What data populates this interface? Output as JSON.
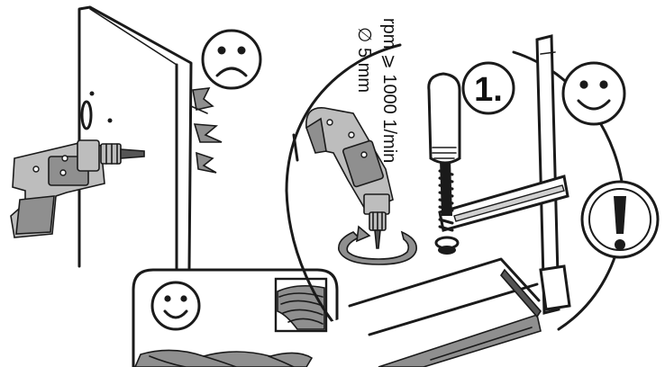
{
  "step": {
    "number": "1."
  },
  "drill_spec": {
    "speed": "rpm ⩾ 1000 1/min",
    "diameter": "∅ 5 mm"
  },
  "colors": {
    "ink": "#1a1a1a",
    "drill_body": "#8f8f8f",
    "background": "#ffffff"
  },
  "icons": {
    "wrong": "sad-face-icon",
    "right": "happy-face-icon",
    "warning": "exclamation-icon",
    "material": "wood-grain-icon",
    "rotation": "rotation-arrow-icon"
  }
}
